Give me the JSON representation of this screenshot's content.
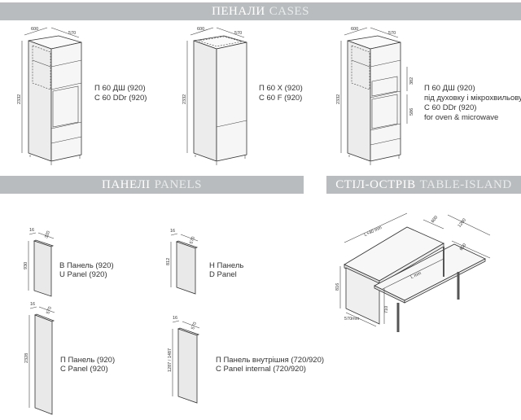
{
  "headers": {
    "cases": {
      "ua": "ПЕНАЛИ",
      "en": "CASES"
    },
    "panels": {
      "ua": "ПАНЕЛІ",
      "en": "PANELS"
    },
    "table_island": {
      "ua": "СТІЛ-ОСТРІВ",
      "en": "TABLE-ISLAND"
    }
  },
  "cases": [
    {
      "lines": [
        "П 60 ДШ (920)",
        "C 60 DDr (920)"
      ],
      "dims": {
        "width": "600",
        "depth": "570",
        "height": "2332"
      }
    },
    {
      "lines": [
        "П 60 Х (920)",
        "C 60 F (920)"
      ],
      "dims": {
        "width": "600",
        "depth": "570",
        "height": "2332"
      }
    },
    {
      "lines": [
        "П 60 ДШ (920)",
        "під духовку і мікрохвильову",
        "C 60 DDr (920)",
        "for oven & microwave"
      ],
      "dims": {
        "width": "600",
        "depth": "570",
        "height": "2332",
        "upper_niche": "382",
        "lower_niche": "586"
      }
    }
  ],
  "panels": [
    {
      "lines": [
        "В Панель (920)",
        "U Panel (920)"
      ],
      "dims": {
        "thickness": "16",
        "depth": "320",
        "height": "930"
      }
    },
    {
      "lines": [
        "Н Панель",
        "D Panel"
      ],
      "dims": {
        "thickness": "16",
        "depth": "570",
        "height": "812"
      }
    },
    {
      "lines": [
        "П Панель (920)",
        "C Panel (920)"
      ],
      "dims": {
        "thickness": "16",
        "depth": "570",
        "height": "2328"
      }
    },
    {
      "lines": [
        "П Панель внутрішня (720/920)",
        "C Panel internal (720/920)"
      ],
      "dims": {
        "thickness": "16",
        "depth": "570",
        "height": "1287 / 1487"
      }
    }
  ],
  "island": {
    "dims": {
      "length_top": "L+40 mm",
      "length_lower": "L mm",
      "depth_top": "600",
      "width_right": "1200",
      "depth_extension": "600",
      "height": "816",
      "base_depth": "570mm",
      "extension_height": "710"
    }
  }
}
